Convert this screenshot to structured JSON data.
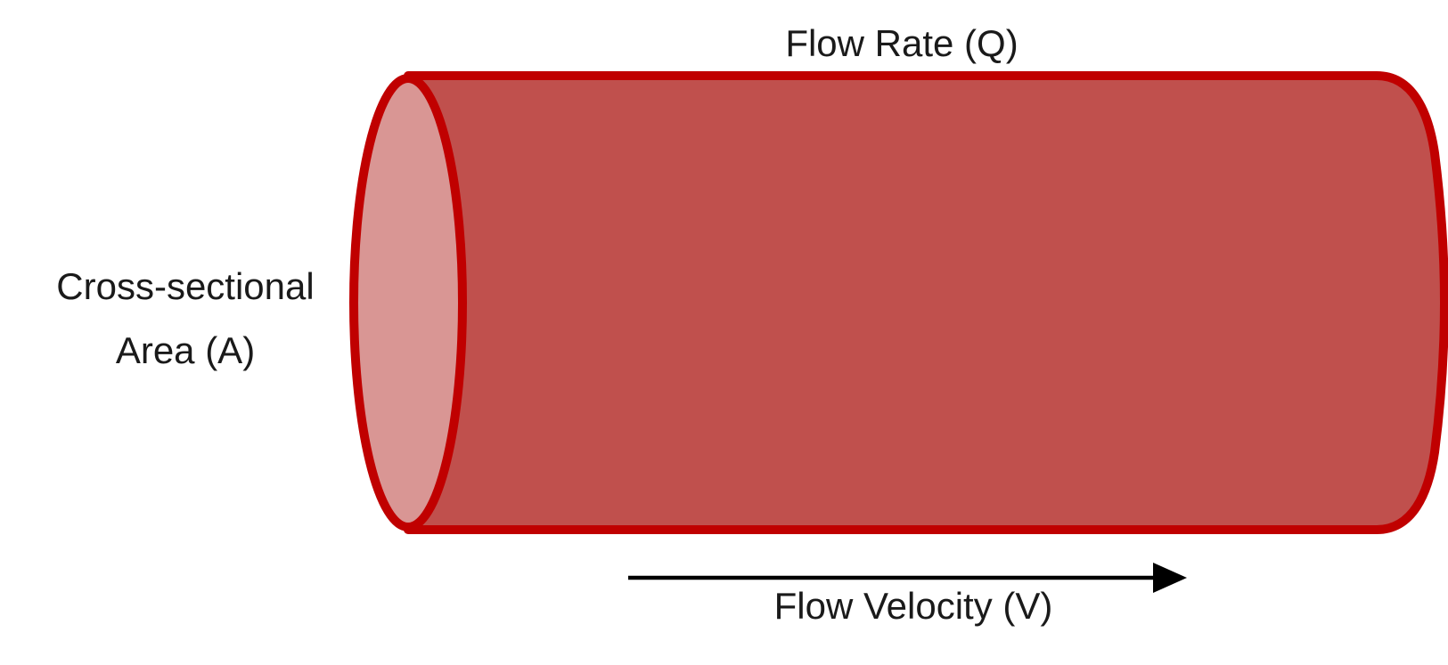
{
  "diagram": {
    "title_top": "Flow Rate (Q)",
    "label_left_line1": "Cross-sectional",
    "label_left_line2": "Area (A)",
    "label_bottom": "Flow Velocity (V)"
  },
  "colors": {
    "background": "#ffffff",
    "body": "#C0504D",
    "cap": "#D99694",
    "outline": "#C00000",
    "arrow": "#000000",
    "text": "#1a1a1a"
  }
}
